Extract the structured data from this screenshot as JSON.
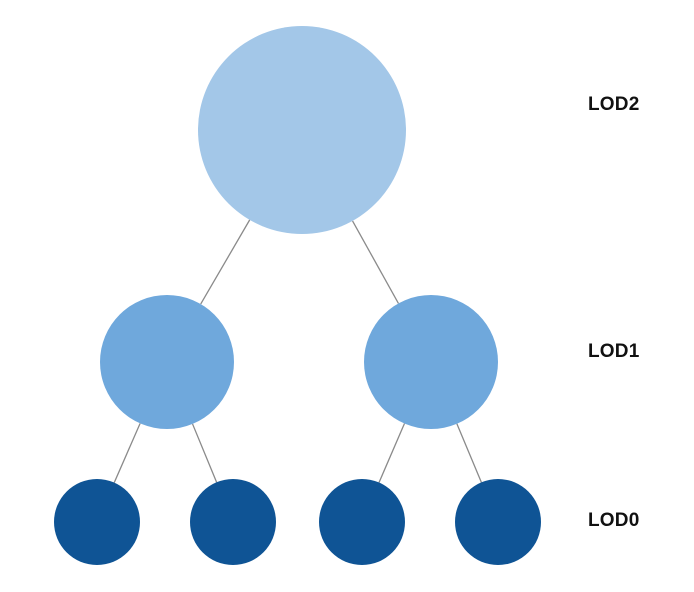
{
  "diagram": {
    "type": "tree",
    "levels": [
      {
        "label": "LOD2",
        "node_count": 1,
        "color": "#a3c7e8"
      },
      {
        "label": "LOD1",
        "node_count": 2,
        "color": "#6fa8dc"
      },
      {
        "label": "LOD0",
        "node_count": 4,
        "color": "#0f5495"
      }
    ],
    "edges": [
      {
        "from": "lod2-0",
        "to": "lod1-0"
      },
      {
        "from": "lod2-0",
        "to": "lod1-1"
      },
      {
        "from": "lod1-0",
        "to": "lod0-0"
      },
      {
        "from": "lod1-0",
        "to": "lod0-1"
      },
      {
        "from": "lod1-1",
        "to": "lod0-2"
      },
      {
        "from": "lod1-1",
        "to": "lod0-3"
      }
    ],
    "edge_color": "#8a8a8a"
  }
}
